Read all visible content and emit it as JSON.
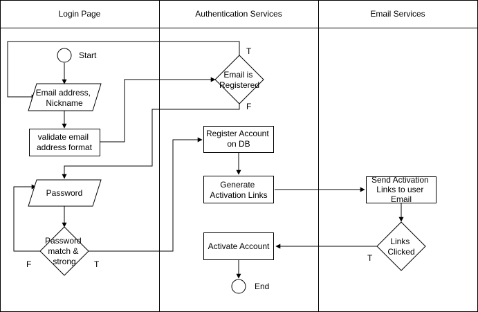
{
  "lanes": [
    {
      "title": "Login Page"
    },
    {
      "title": "Authentication Services"
    },
    {
      "title": "Email Services"
    }
  ],
  "nodes": {
    "start": {
      "label": "Start"
    },
    "email_input": {
      "lines": [
        "Email address,",
        "Nickname"
      ]
    },
    "validate_email": {
      "lines": [
        "validate email",
        "address format"
      ]
    },
    "email_registered": {
      "lines": [
        "Email is",
        "Registered"
      ]
    },
    "password_input": {
      "lines": [
        "Password"
      ]
    },
    "password_check": {
      "lines": [
        "Password",
        "match &",
        "strong"
      ]
    },
    "register_account": {
      "lines": [
        "Register Account",
        "on DB"
      ]
    },
    "generate_links": {
      "lines": [
        "Generate",
        "Activation Links"
      ]
    },
    "send_links": {
      "lines": [
        "Send Activation",
        "Links to user",
        "Email"
      ]
    },
    "links_clicked": {
      "lines": [
        "Links",
        "Clicked"
      ]
    },
    "activate_account": {
      "lines": [
        "Activate Account"
      ]
    },
    "end": {
      "label": "End"
    }
  },
  "edge_labels": {
    "registered_true": "T",
    "registered_false": "F",
    "password_false": "F",
    "password_true": "T",
    "clicked_true": "T"
  },
  "colors": {
    "stroke": "#000000",
    "fill": "#ffffff"
  }
}
